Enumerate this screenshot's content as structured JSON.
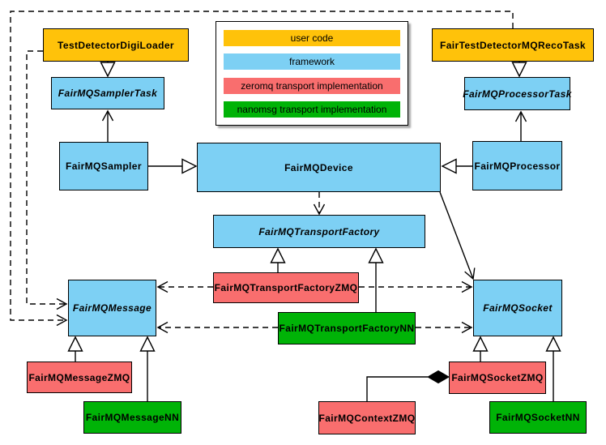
{
  "legend": {
    "items": [
      {
        "label": "user code",
        "color": "#FFC20A",
        "category": "user"
      },
      {
        "label": "framework",
        "color": "#7DD0F4",
        "category": "framework"
      },
      {
        "label": "zeromq transport implementation",
        "color": "#F96E6E",
        "category": "zeromq"
      },
      {
        "label": "nanomsg transport implementation",
        "color": "#00B307",
        "category": "nanomsg"
      }
    ]
  },
  "colors": {
    "user_code": "#FFC20A",
    "framework": "#7DD0F4",
    "zeromq": "#F96E6E",
    "nanomsg": "#00B307",
    "stroke": "#000000",
    "background": "#FFFFFF"
  },
  "nodes": [
    {
      "label": "TestDetectorDigiLoader",
      "category": "user",
      "abstract": false
    },
    {
      "label": "FairTestDetectorMQRecoTask",
      "category": "user",
      "abstract": false
    },
    {
      "label": "FairMQSamplerTask",
      "category": "framework",
      "abstract": true
    },
    {
      "label": "FairMQProcessorTask",
      "category": "framework",
      "abstract": true
    },
    {
      "label": "FairMQSampler",
      "category": "framework",
      "abstract": false
    },
    {
      "label": "FairMQDevice",
      "category": "framework",
      "abstract": false
    },
    {
      "label": "FairMQProcessor",
      "category": "framework",
      "abstract": false
    },
    {
      "label": "FairMQTransportFactory",
      "category": "framework",
      "abstract": true
    },
    {
      "label": "FairMQMessage",
      "category": "framework",
      "abstract": true
    },
    {
      "label": "FairMQSocket",
      "category": "framework",
      "abstract": true
    },
    {
      "label": "FairMQTransportFactoryZMQ",
      "category": "zeromq",
      "abstract": false
    },
    {
      "label": "FairMQTransportFactoryNN",
      "category": "nanomsg",
      "abstract": false
    },
    {
      "label": "FairMQMessageZMQ",
      "category": "zeromq",
      "abstract": false
    },
    {
      "label": "FairMQMessageNN",
      "category": "nanomsg",
      "abstract": false
    },
    {
      "label": "FairMQSocketZMQ",
      "category": "zeromq",
      "abstract": false
    },
    {
      "label": "FairMQSocketNN",
      "category": "nanomsg",
      "abstract": false
    },
    {
      "label": "FairMQContextZMQ",
      "category": "zeromq",
      "abstract": false
    }
  ],
  "edges": [
    {
      "from": "TestDetectorDigiLoader",
      "to": "FairMQSamplerTask",
      "type": "inheritance-triangle"
    },
    {
      "from": "FairTestDetectorMQRecoTask",
      "to": "FairMQProcessorTask",
      "type": "inheritance-triangle"
    },
    {
      "from": "FairMQSampler",
      "to": "FairMQDevice",
      "type": "inheritance-triangle"
    },
    {
      "from": "FairMQProcessor",
      "to": "FairMQDevice",
      "type": "inheritance-triangle"
    },
    {
      "from": "FairMQMessageZMQ",
      "to": "FairMQMessage",
      "type": "inheritance-triangle"
    },
    {
      "from": "FairMQMessageNN",
      "to": "FairMQMessage",
      "type": "inheritance-triangle"
    },
    {
      "from": "FairMQSocketZMQ",
      "to": "FairMQSocket",
      "type": "inheritance-triangle"
    },
    {
      "from": "FairMQSocketNN",
      "to": "FairMQSocket",
      "type": "inheritance-triangle"
    },
    {
      "from": "FairMQTransportFactoryZMQ",
      "to": "FairMQTransportFactory",
      "type": "inheritance-triangle"
    },
    {
      "from": "FairMQTransportFactoryNN",
      "to": "FairMQTransportFactory",
      "type": "inheritance-triangle"
    },
    {
      "from": "FairMQSampler",
      "to": "FairMQSamplerTask",
      "type": "open-arrow"
    },
    {
      "from": "FairMQProcessor",
      "to": "FairMQProcessorTask",
      "type": "open-arrow"
    },
    {
      "from": "FairMQDevice",
      "to": "FairMQSocket",
      "type": "open-arrow"
    },
    {
      "from": "FairMQDevice",
      "to": "FairMQTransportFactory",
      "type": "dashed-arrow"
    },
    {
      "from": "TestDetectorDigiLoader",
      "to": "FairMQMessage",
      "type": "dashed-arrow"
    },
    {
      "from": "FairTestDetectorMQRecoTask",
      "to": "FairMQMessage",
      "type": "dashed-arrow"
    },
    {
      "from": "FairMQTransportFactoryZMQ",
      "to": "FairMQMessage",
      "type": "dashed-arrow"
    },
    {
      "from": "FairMQTransportFactoryZMQ",
      "to": "FairMQSocket",
      "type": "dashed-arrow"
    },
    {
      "from": "FairMQTransportFactoryNN",
      "to": "FairMQMessage",
      "type": "dashed-arrow"
    },
    {
      "from": "FairMQTransportFactoryNN",
      "to": "FairMQSocket",
      "type": "dashed-arrow"
    },
    {
      "from": "FairMQContextZMQ",
      "to": "FairMQSocketZMQ",
      "type": "composition-diamond"
    }
  ]
}
